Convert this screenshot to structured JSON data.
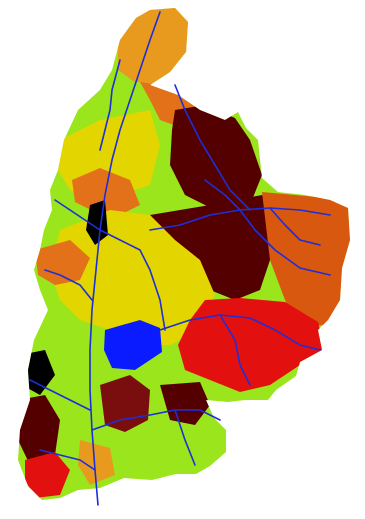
{
  "map": {
    "colors": {
      "background": "#ffffff",
      "dark_maroon": "#550000",
      "maroon": "#7a0d0d",
      "red": "#e31010",
      "orange": "#e2711a",
      "orange_dark": "#d8580f",
      "amber": "#e89a1e",
      "yellow": "#e3d600",
      "lime": "#9be51c",
      "green": "#6fdc1a",
      "blue": "#0a1cff",
      "black": "#000000",
      "river": "#1d2fd8"
    },
    "regions": [
      {
        "name": "region-north-amber",
        "color": "amber"
      },
      {
        "name": "region-north-lime",
        "color": "lime"
      },
      {
        "name": "region-northeast-orange",
        "color": "orange"
      },
      {
        "name": "region-northeast-maroon",
        "color": "dark_maroon"
      },
      {
        "name": "region-east-maroon",
        "color": "dark_maroon"
      },
      {
        "name": "region-east-orange",
        "color": "orange_dark"
      },
      {
        "name": "region-west-yellow",
        "color": "yellow"
      },
      {
        "name": "region-west-orange",
        "color": "orange"
      },
      {
        "name": "region-central-yellow",
        "color": "yellow"
      },
      {
        "name": "region-central-orange",
        "color": "orange"
      },
      {
        "name": "region-southeast-red",
        "color": "red"
      },
      {
        "name": "region-south-lime",
        "color": "lime"
      },
      {
        "name": "region-south-maroon",
        "color": "maroon"
      },
      {
        "name": "region-south-dark",
        "color": "dark_maroon"
      },
      {
        "name": "region-southwest-dark",
        "color": "dark_maroon"
      },
      {
        "name": "region-southwest-red",
        "color": "red"
      },
      {
        "name": "region-west-black",
        "color": "black"
      },
      {
        "name": "region-lake-blue",
        "color": "blue"
      },
      {
        "name": "region-north-black",
        "color": "black"
      }
    ]
  }
}
